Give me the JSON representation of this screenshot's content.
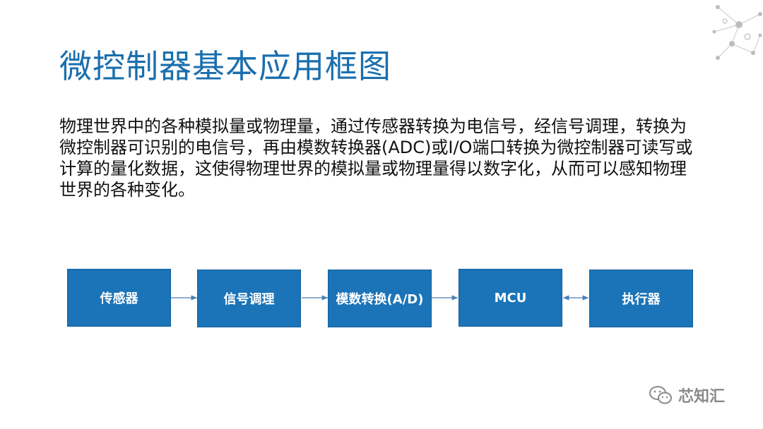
{
  "slide": {
    "title": "微控制器基本应用框图",
    "paragraph": "物理世界中的各种模拟量或物理量，通过传感器转换为电信号，经信号调理，转换为微控制器可识别的电信号，再由模数转换器(ADC)或I/O端口转换为微控制器可读写或计算的量化数据，这使得物理世界的模拟量或物理量得以数字化，从而可以感知物理世界的各种变化。"
  },
  "diagram": {
    "nodes": [
      {
        "id": "sensor",
        "label": "传感器"
      },
      {
        "id": "signal-conditioning",
        "label": "信号调理"
      },
      {
        "id": "adc",
        "label": "模数转换(A/D)"
      },
      {
        "id": "mcu",
        "label": "MCU"
      },
      {
        "id": "actuator",
        "label": "执行器"
      }
    ],
    "edges": [
      {
        "from": "sensor",
        "to": "signal-conditioning",
        "direction": "forward"
      },
      {
        "from": "signal-conditioning",
        "to": "adc",
        "direction": "forward"
      },
      {
        "from": "adc",
        "to": "mcu",
        "direction": "forward"
      },
      {
        "from": "mcu",
        "to": "actuator",
        "direction": "both"
      }
    ],
    "colors": {
      "box_fill": "#1b74b8",
      "box_text": "#ffffff",
      "edge": "#4a7fb5"
    }
  },
  "watermark": {
    "icon": "wechat-icon",
    "text": "芯知汇"
  },
  "colors": {
    "title": "#1a6fae",
    "text": "#111111"
  }
}
